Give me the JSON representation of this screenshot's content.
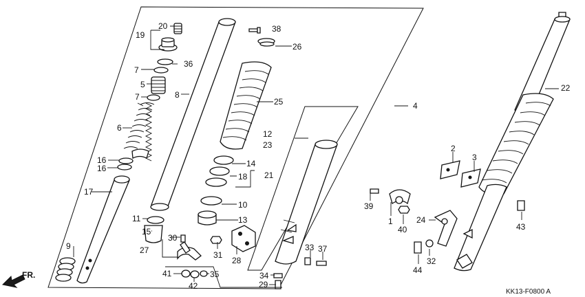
{
  "callouts": {
    "c1": "1",
    "c2": "2",
    "c3": "3",
    "c4": "4",
    "c5": "5",
    "c6": "6",
    "c7a": "7",
    "c7b": "7",
    "c8": "8",
    "c9": "9",
    "c10": "10",
    "c11": "11",
    "c12": "12",
    "c13": "13",
    "c14": "14",
    "c15": "15",
    "c16a": "16",
    "c16b": "16",
    "c17": "17",
    "c18": "18",
    "c19": "19",
    "c20": "20",
    "c21": "21",
    "c22": "22",
    "c23": "23",
    "c24": "24",
    "c25": "25",
    "c26": "26",
    "c27": "27",
    "c28": "28",
    "c29": "29",
    "c30": "30",
    "c31": "31",
    "c32": "32",
    "c33": "33",
    "c34": "34",
    "c35": "35",
    "c36": "36",
    "c37": "37",
    "c38": "38",
    "c39": "39",
    "c40": "40",
    "c41": "41",
    "c42": "42",
    "c43": "43",
    "c44": "44"
  },
  "direction_arrow": {
    "label": "FR."
  },
  "diagram_code": "KK13-F0800 A"
}
